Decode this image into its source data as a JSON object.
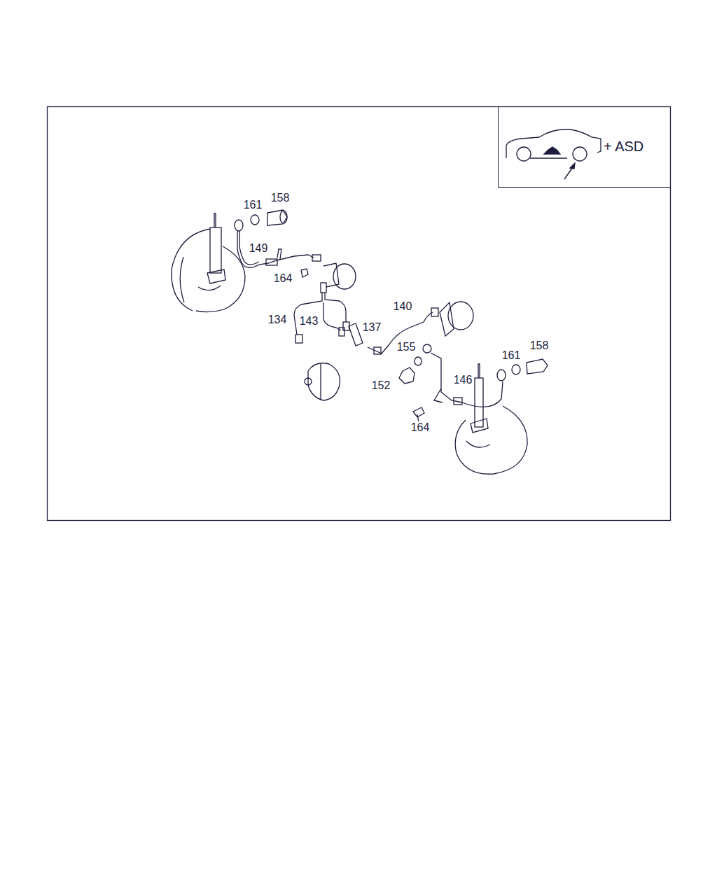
{
  "diagram": {
    "nodes": [
      {
        "text": [
          "+ ASD"
        ]
      }
    ],
    "labels": [
      "158",
      "161",
      "149",
      "164",
      "140",
      "134",
      "143",
      "137",
      "158",
      "155",
      "161",
      "146",
      "152",
      "164"
    ]
  }
}
